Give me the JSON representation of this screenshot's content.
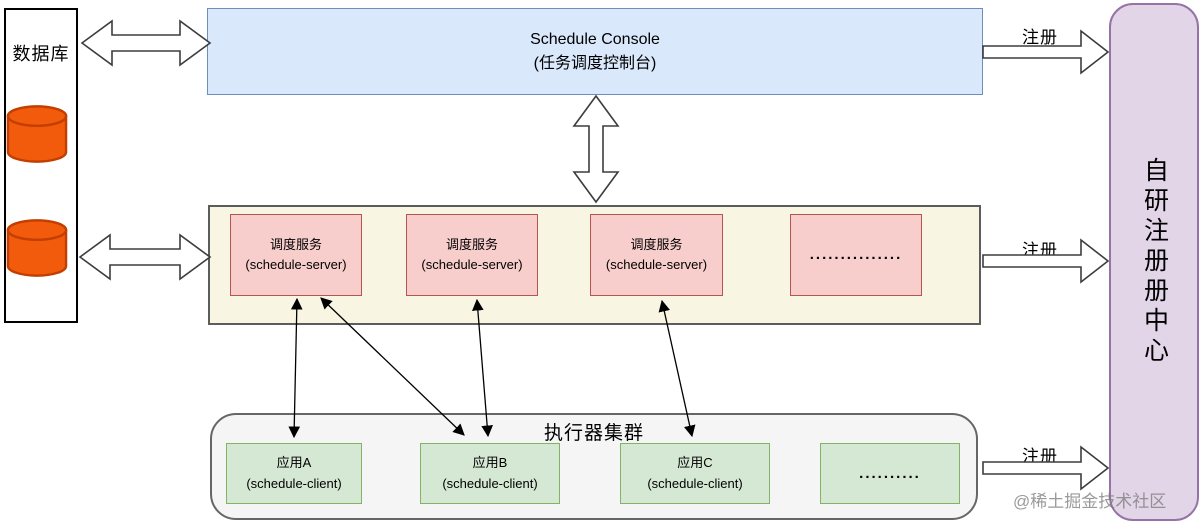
{
  "diagram": {
    "database": {
      "label": "数据库"
    },
    "console": {
      "title": "Schedule Console",
      "subtitle": "(任务调度控制台)"
    },
    "server_cluster": {
      "servers": [
        {
          "title": "调度服务",
          "subtitle": "(schedule-server)"
        },
        {
          "title": "调度服务",
          "subtitle": "(schedule-server)"
        },
        {
          "title": "调度服务",
          "subtitle": "(schedule-server)"
        },
        {
          "ellipsis": "..............."
        }
      ]
    },
    "executor_cluster": {
      "title": "执行器集群",
      "clients": [
        {
          "title": "应用A",
          "subtitle": "(schedule-client)"
        },
        {
          "title": "应用B",
          "subtitle": "(schedule-client)"
        },
        {
          "title": "应用C",
          "subtitle": "(schedule-client)"
        },
        {
          "ellipsis": ".........."
        }
      ]
    },
    "registry": {
      "label": "自研注册册中心"
    },
    "register_labels": {
      "top": "注册",
      "middle": "注册",
      "bottom": "注册"
    },
    "watermark": "@稀土掘金技术社区",
    "colors": {
      "console_bg": "#DAE8FC",
      "console_border": "#6C8EBF",
      "server_bg": "#F8CECC",
      "server_border": "#B85450",
      "server_cluster_bg": "#F8F5E3",
      "client_bg": "#D5E8D4",
      "client_border": "#82B366",
      "executor_cluster_bg": "#F5F5F5",
      "registry_bg": "#E1D5E7",
      "registry_border": "#9673A6",
      "cylinder_fill": "#F25B0C",
      "cylinder_stroke": "#C33E00"
    }
  }
}
